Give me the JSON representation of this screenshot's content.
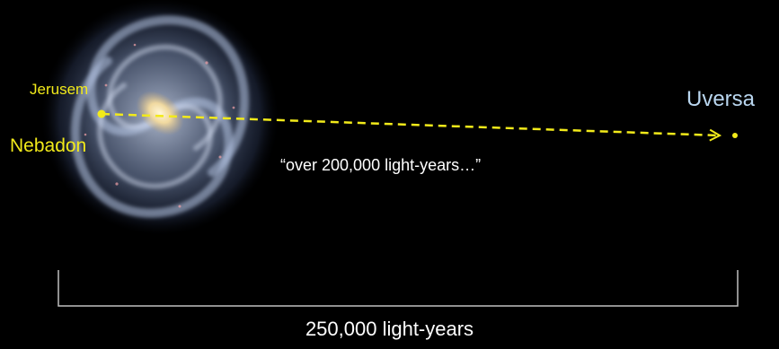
{
  "labels": {
    "jerusem": "Jerusem",
    "nebadon": "Nebadon",
    "uversa": "Uversa",
    "distance_quote": "“over 200,000 light-years…”",
    "scale": "250,000 light-years"
  },
  "colors": {
    "background": "#000000",
    "marker_yellow": "#f2ea1a",
    "uversa_blue": "#b9d6ef",
    "text_white": "#ffffff",
    "bracket_gray": "#bfbfbf"
  },
  "figure": {
    "galaxy": "barred-spiral-galaxy-image",
    "arrow_style": "dashed"
  }
}
